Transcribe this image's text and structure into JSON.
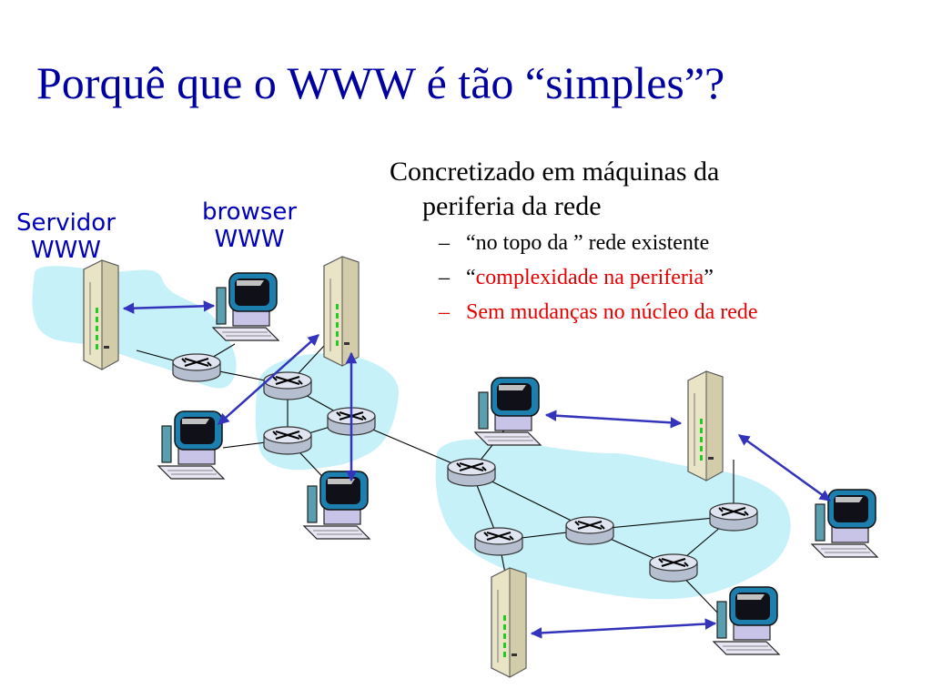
{
  "slide": {
    "title": "Porquê que o WWW é tão  “simples”?",
    "bullet_main_line1": "Concretizado em máquinas da",
    "bullet_main_line2": "periferia da  rede",
    "sub1": "“no topo da ” rede existente",
    "sub2_open": "“",
    "sub2_red": "complexidade na periferia",
    "sub2_close": "”",
    "sub3": "Sem mudanças no núcleo da rede",
    "dash": "–"
  },
  "labels": {
    "servidor_line1": "Servidor",
    "servidor_line2": "WWW",
    "browser_line1": "browser",
    "browser_line2": "WWW"
  },
  "colors": {
    "title": "#0000a0",
    "label": "#0000b8",
    "highlight": "#e60000",
    "cloud": "#c6f1f8",
    "arrow": "#3333bb"
  },
  "icons": [
    "server-icon",
    "computer-icon",
    "router-icon",
    "cloud-region"
  ]
}
